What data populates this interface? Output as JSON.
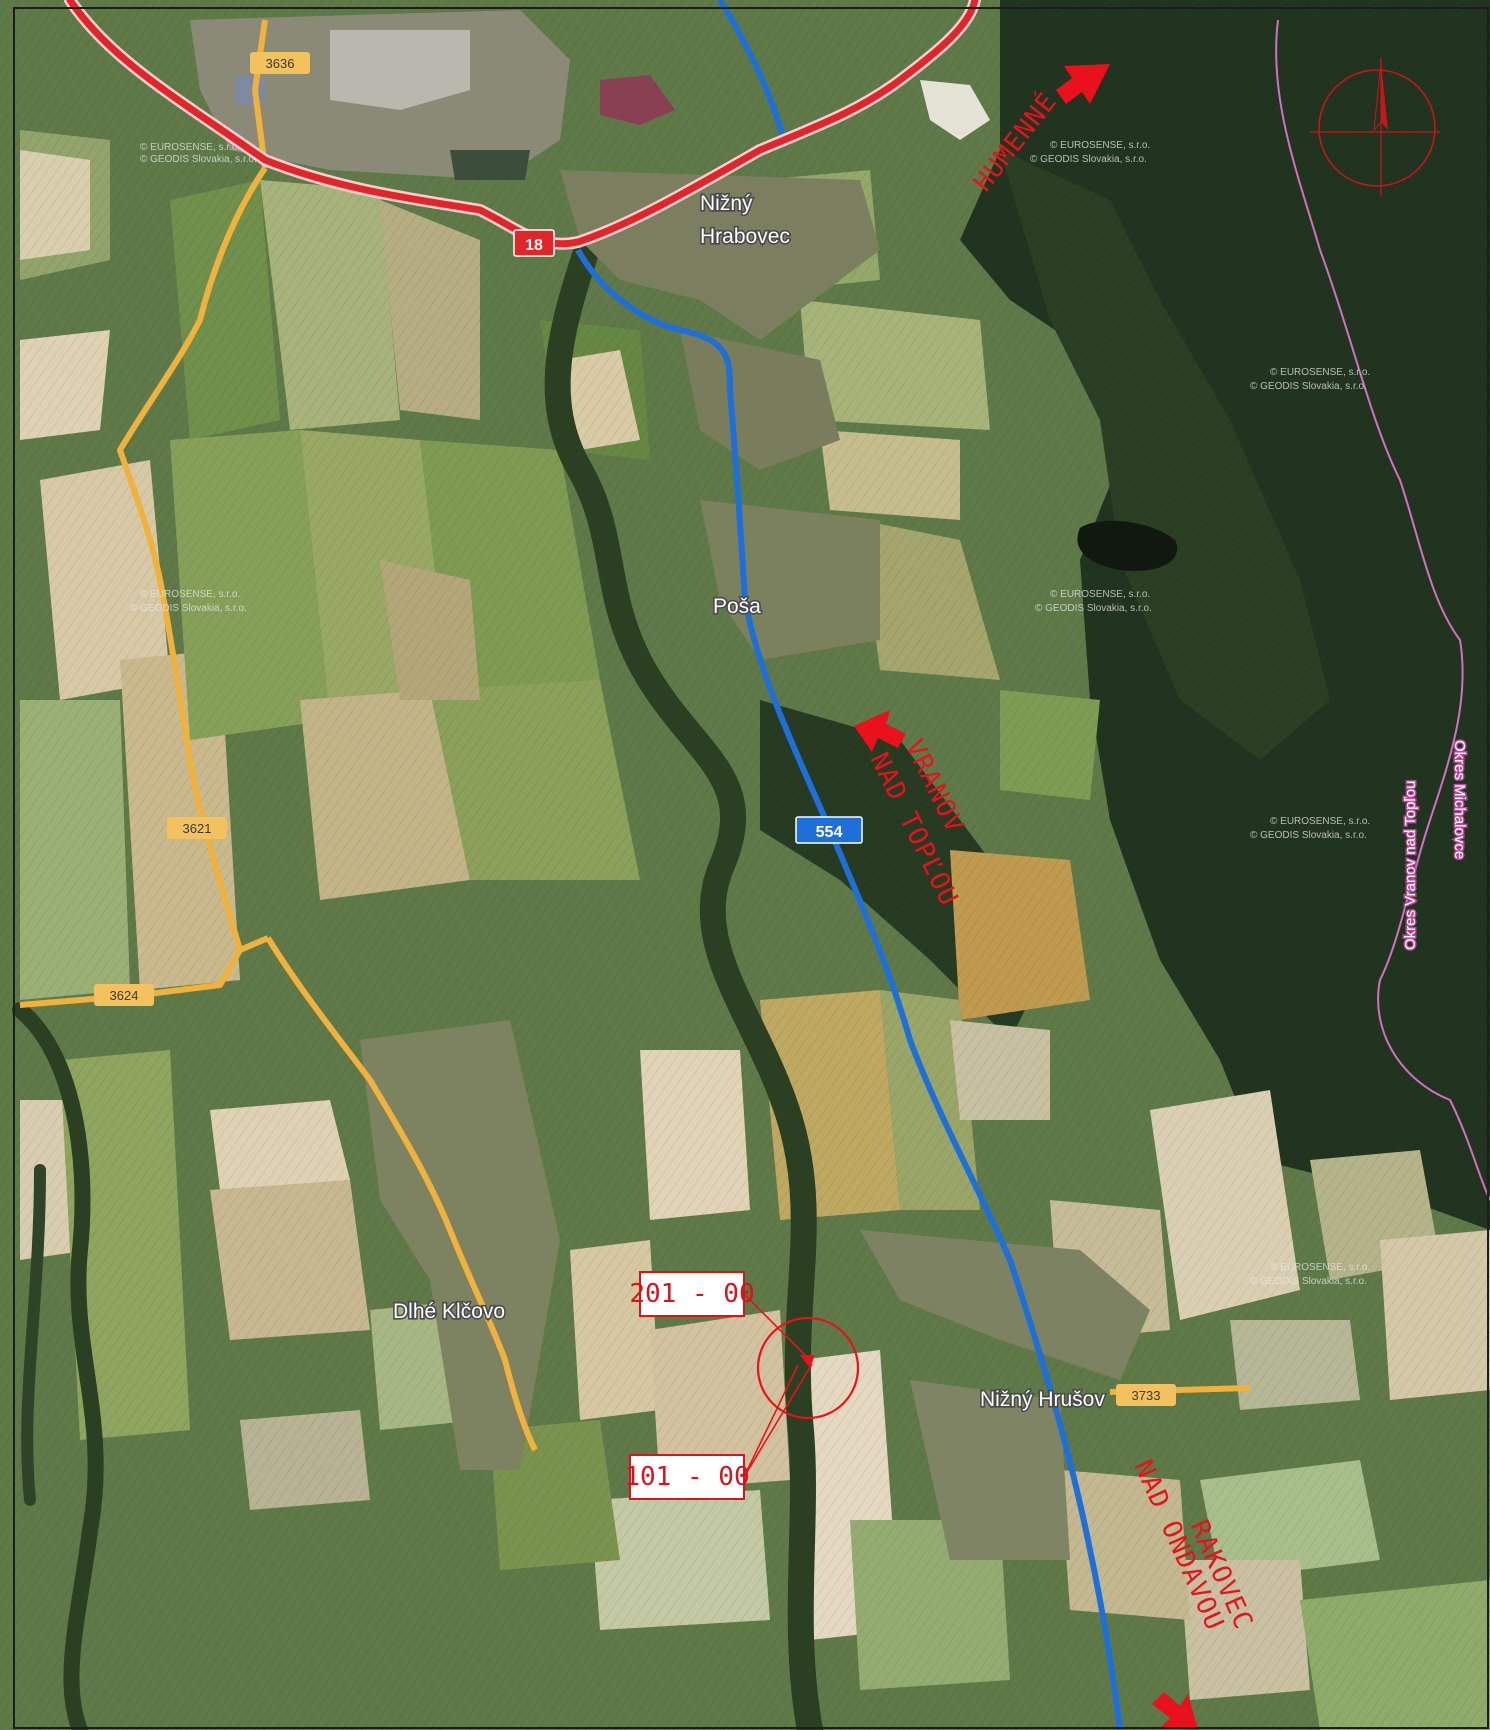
{
  "map": {
    "places": {
      "nizny_hrabovec_l1": "Nižný",
      "nizny_hrabovec_l2": "Hrabovec",
      "posa": "Poša",
      "dlhe_klcovo": "Dlhé Klčovo",
      "nizny_hrusov": "Nižný Hrušov"
    },
    "roads": {
      "road_18": "18",
      "road_554": "554",
      "road_3636": "3636",
      "road_3621": "3621",
      "road_3624": "3624",
      "road_3733": "3733"
    },
    "directions": {
      "humenne": "HUMENNÉ",
      "vranov_l1": "VRANOV",
      "vranov_l2": "NAD TOPĽOU",
      "rakovec_l1": "RAKOVEC",
      "rakovec_l2": "NAD ONDAVOU"
    },
    "districts": {
      "vranov": "Okres Vranov nad Topľou",
      "michalovce": "Okres Michalovce"
    },
    "callouts": {
      "code_201": "201 - 00",
      "code_101": "101 - 00"
    },
    "copyright": {
      "line1": "© EUROSENSE, s.r.o.",
      "line2": "© GEODIS Slovakia, s.r.o."
    },
    "colors": {
      "road_red": "#e0262b",
      "road_blue": "#1f6fd8",
      "road_yellow": "#f0b23e",
      "district_border": "#d36fc0",
      "annotation_red": "#e8111c"
    },
    "icons": {
      "north_arrow": "north-arrow-icon",
      "direction_arrow": "direction-arrow-icon"
    }
  }
}
